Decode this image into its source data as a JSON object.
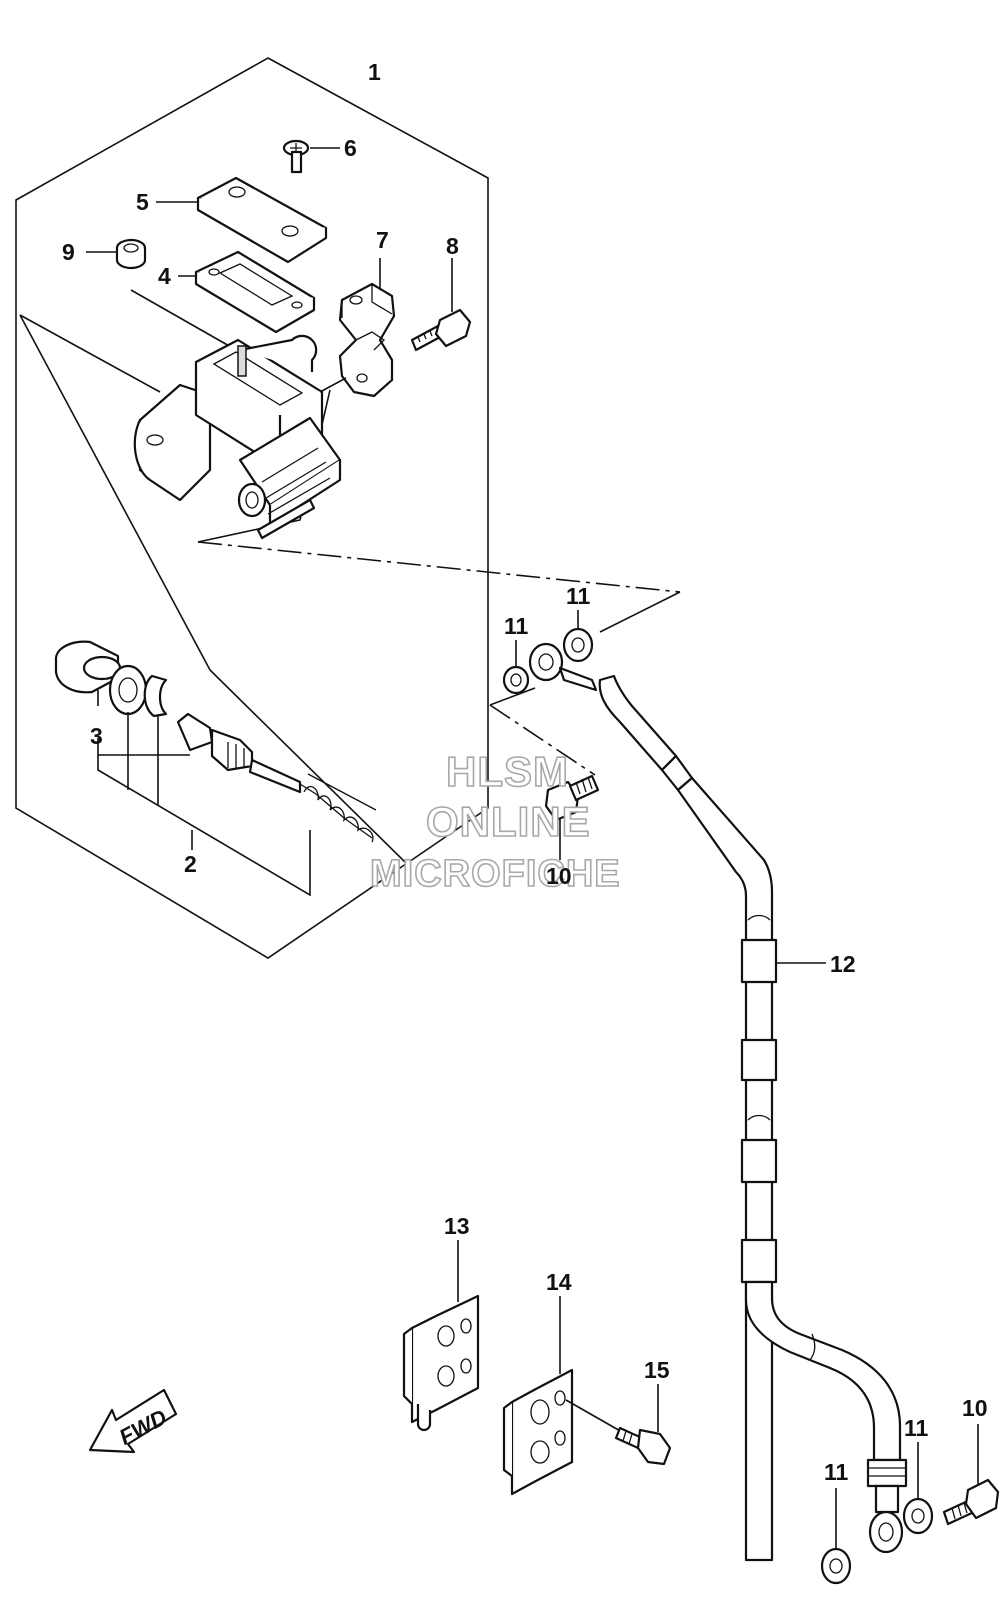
{
  "callouts": [
    {
      "id": "c1",
      "text": "1"
    },
    {
      "id": "c2",
      "text": "2"
    },
    {
      "id": "c3",
      "text": "3"
    },
    {
      "id": "c4",
      "text": "4"
    },
    {
      "id": "c5",
      "text": "5"
    },
    {
      "id": "c6",
      "text": "6"
    },
    {
      "id": "c7",
      "text": "7"
    },
    {
      "id": "c8",
      "text": "8"
    },
    {
      "id": "c9",
      "text": "9"
    },
    {
      "id": "c10a",
      "text": "10"
    },
    {
      "id": "c10b",
      "text": "10"
    },
    {
      "id": "c11a",
      "text": "11"
    },
    {
      "id": "c11b",
      "text": "11"
    },
    {
      "id": "c11c",
      "text": "11"
    },
    {
      "id": "c11d",
      "text": "11"
    },
    {
      "id": "c12",
      "text": "12"
    },
    {
      "id": "c13",
      "text": "13"
    },
    {
      "id": "c14",
      "text": "14"
    },
    {
      "id": "c15",
      "text": "15"
    }
  ],
  "watermark": {
    "line1": "HLSM",
    "line2": "ONLINE",
    "line3": "MICROFICHE"
  },
  "fwd_label": "FWD"
}
